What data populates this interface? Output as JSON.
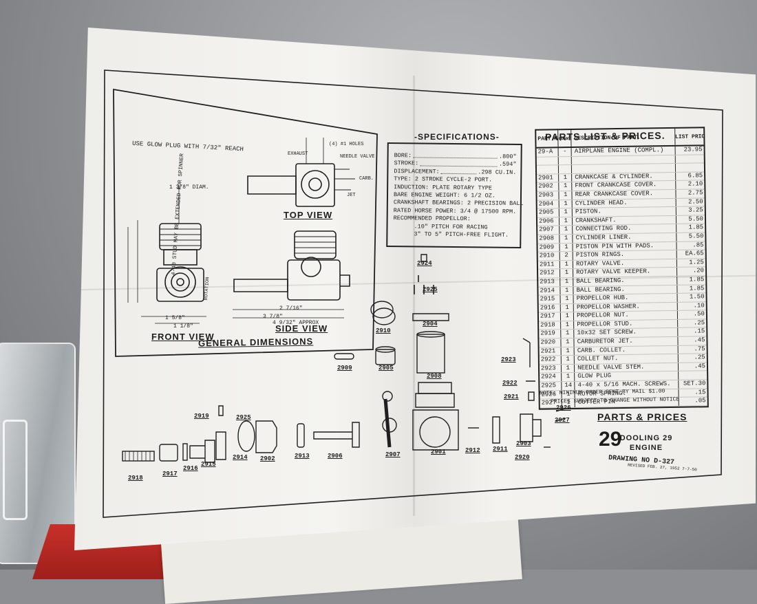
{
  "sheet": {
    "front_view": "FRONT VIEW",
    "general_dimensions": "GENERAL DIMENSIONS",
    "side_view": "SIDE VIEW",
    "top_view": "TOP VIEW",
    "glow_note": "USE GLOW PLUG WITH 7/32\" REACH",
    "stud_note": "4-40 STUD MAY BE EXTENDED FOR SPINNER",
    "dim_labels": [
      "1 3/8\" DIAM.",
      "2 7/16\"",
      "3 7/8\"",
      "4 9/32\" APPROX",
      "1 5/8\"",
      "1 1/8\"",
      "(4) #1 HOLES",
      "EXHAUST",
      "NEEDLE VALVE",
      "CARB.",
      "JET",
      "ROTATION"
    ],
    "spec_title": "-SPECIFICATIONS-",
    "specs": [
      {
        "label": "BORE:",
        "value": ".800\""
      },
      {
        "label": "STROKE:",
        "value": ".594\""
      },
      {
        "label": "DISPLACEMENT:",
        "value": ".298 CU.IN."
      }
    ],
    "spec_lines": [
      "TYPE: 2 STROKE CYCLE-2 PORT.",
      "INDUCTION: PLATE ROTARY TYPE",
      "BARE ENGINE WEIGHT: 6 1/2 OZ.",
      "CRANKSHAFT BEARINGS: 2 PRECISION BALL",
      "RATED HORSE POWER: 3/4 @ 17500 RPM.",
      "RECOMMENDED PROPELLOR:",
      ".10\" PITCH FOR RACING",
      "3\" TO 5\" PITCH-FREE FLIGHT."
    ],
    "parts_title": "PARTS LIST & PRICES.",
    "parts_headers": {
      "no": "PART Nº",
      "qty": "QUANT. PER ENG.",
      "desc": "DESCRIPTION OF PART.",
      "price": "LIST PRICE"
    },
    "parts": [
      {
        "no": "29-A",
        "qty": "-",
        "desc": "AIRPLANE ENGINE (COMPL.)",
        "price": "23.95"
      },
      {
        "no": "",
        "qty": "",
        "desc": "",
        "price": ""
      },
      {
        "no": "",
        "qty": "",
        "desc": "",
        "price": ""
      },
      {
        "no": "2901",
        "qty": "1",
        "desc": "CRANKCASE & CYLINDER.",
        "price": "6.85"
      },
      {
        "no": "2902",
        "qty": "1",
        "desc": "FRONT CRANKCASE COVER.",
        "price": "2.10"
      },
      {
        "no": "2903",
        "qty": "1",
        "desc": "REAR CRANKCASE COVER.",
        "price": "2.75"
      },
      {
        "no": "2904",
        "qty": "1",
        "desc": "CYLINDER HEAD.",
        "price": "2.50"
      },
      {
        "no": "2905",
        "qty": "1",
        "desc": "PISTON.",
        "price": "3.25"
      },
      {
        "no": "2906",
        "qty": "1",
        "desc": "CRANKSHAFT.",
        "price": "5.50"
      },
      {
        "no": "2907",
        "qty": "1",
        "desc": "CONNECTING ROD.",
        "price": "1.85"
      },
      {
        "no": "2908",
        "qty": "1",
        "desc": "CYLINDER LINER.",
        "price": "5.50"
      },
      {
        "no": "2909",
        "qty": "1",
        "desc": "PISTON PIN WITH PADS.",
        "price": ".85"
      },
      {
        "no": "2910",
        "qty": "2",
        "desc": "PISTON RINGS.",
        "price": "EA.65"
      },
      {
        "no": "2911",
        "qty": "1",
        "desc": "ROTARY VALVE.",
        "price": "1.25"
      },
      {
        "no": "2912",
        "qty": "1",
        "desc": "ROTARY VALVE KEEPER.",
        "price": ".20"
      },
      {
        "no": "2913",
        "qty": "1",
        "desc": "BALL BEARING.",
        "price": "1.85"
      },
      {
        "no": "2914",
        "qty": "1",
        "desc": "BALL BEARING.",
        "price": "1.85"
      },
      {
        "no": "2915",
        "qty": "1",
        "desc": "PROPELLOR HUB.",
        "price": "1.50"
      },
      {
        "no": "2916",
        "qty": "1",
        "desc": "PROPELLOR WASHER.",
        "price": ".10"
      },
      {
        "no": "2917",
        "qty": "1",
        "desc": "PROPELLOR NUT.",
        "price": ".50"
      },
      {
        "no": "2918",
        "qty": "1",
        "desc": "PROPELLOR STUD.",
        "price": ".25"
      },
      {
        "no": "2919",
        "qty": "1",
        "desc": "10x32 SET SCREW.",
        "price": ".15"
      },
      {
        "no": "2920",
        "qty": "1",
        "desc": "CARBURETOR JET.",
        "price": ".45"
      },
      {
        "no": "2921",
        "qty": "1",
        "desc": "CARB. COLLET.",
        "price": ".75"
      },
      {
        "no": "2922",
        "qty": "1",
        "desc": "COLLET NUT.",
        "price": ".25"
      },
      {
        "no": "2923",
        "qty": "1",
        "desc": "NEEDLE VALVE STEM.",
        "price": ".45"
      },
      {
        "no": "2924",
        "qty": "1",
        "desc": "GLOW PLUG",
        "price": ""
      },
      {
        "no": "2925",
        "qty": "14",
        "desc": "4-40 x 5/16 MACH. SCREWS.",
        "price": "SET.30"
      },
      {
        "no": "2926",
        "qty": "1",
        "desc": "ROTOR SPRING.",
        "price": ".15"
      },
      {
        "no": "2927",
        "qty": "1",
        "desc": "COTTER PIN",
        "price": ".05"
      }
    ],
    "note": "NOTE: MINIMUM ORDER SENT BY MAIL $1.00",
    "note2": "PRICES SUBJECT TO CHANGE WITHOUT NOTICE",
    "block_title": "PARTS & PRICES",
    "block_engine": "DOOLING 29 ENGINE",
    "drawing_no": "DRAWING NO D-327",
    "revised": "REVISED FEB. 27, 1952 7-7-50",
    "part_labels": [
      "2918",
      "2917",
      "2916",
      "2915",
      "2914",
      "2925",
      "2919",
      "2902",
      "2913",
      "2906",
      "2907",
      "2901",
      "2912",
      "2911",
      "2903",
      "2920",
      "2927",
      "2926",
      "2925",
      "2924",
      "2904",
      "2910",
      "2905",
      "2909",
      "2908",
      "2923",
      "2922",
      "2921"
    ]
  }
}
